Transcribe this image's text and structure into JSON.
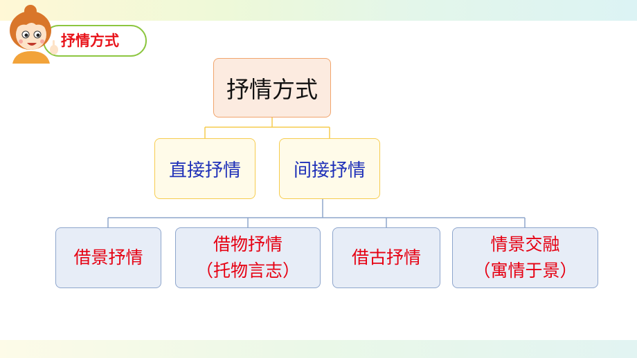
{
  "header": {
    "label": "抒情方式"
  },
  "tree": {
    "root": "抒情方式",
    "direct": "直接抒情",
    "indirect": "间接抒情",
    "leaves": [
      {
        "line1": "借景抒情",
        "line2": ""
      },
      {
        "line1": "借物抒情",
        "line2": "（托物言志）"
      },
      {
        "line1": "借古抒情",
        "line2": ""
      },
      {
        "line1": "情景交融",
        "line2": "（寓情于景）"
      }
    ]
  },
  "colors": {
    "root_text": "#111111",
    "mid_text": "#1d2fb8",
    "leaf_text": "#e60012",
    "header_text": "#e8141b",
    "root_border": "#f1a46b",
    "mid_border": "#f6cc4e",
    "leaf_border": "#8da5cc",
    "header_border": "#8cc63f"
  }
}
